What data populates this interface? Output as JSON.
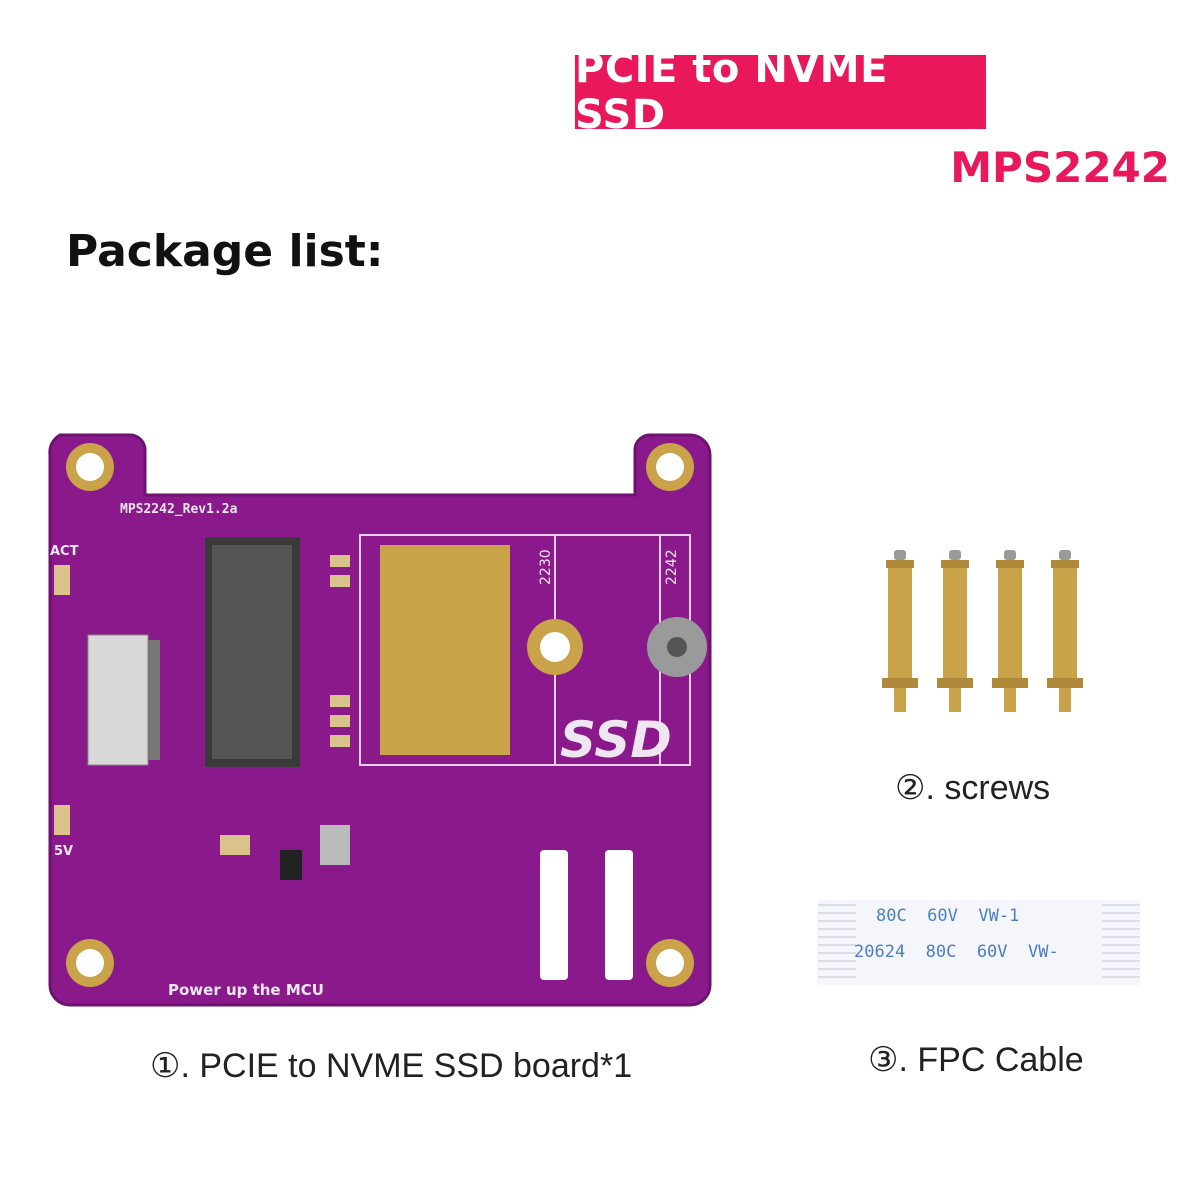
{
  "header": {
    "badge": "PCIE to NVME SSD",
    "model": "MPS2242",
    "section_title": "Package list:"
  },
  "board": {
    "silk_name": "MPS2242_Rev1.2a",
    "act_label": "ACT",
    "v5_label": "5V",
    "slot_2230": "2230",
    "slot_2242": "2242",
    "ssd_label": "SSD",
    "mcu_label": "Power up the MCU"
  },
  "cable": {
    "line1": "80C  60V  VW-1",
    "line2": "20624  80C  60V  VW-"
  },
  "items": [
    {
      "caption": "①. PCIE to NVME SSD board*1"
    },
    {
      "caption": "②. screws"
    },
    {
      "caption": "③. FPC Cable"
    }
  ],
  "colors": {
    "accent": "#e8185a",
    "pcb": "#8a1a8c",
    "brass": "#c9a24a"
  }
}
